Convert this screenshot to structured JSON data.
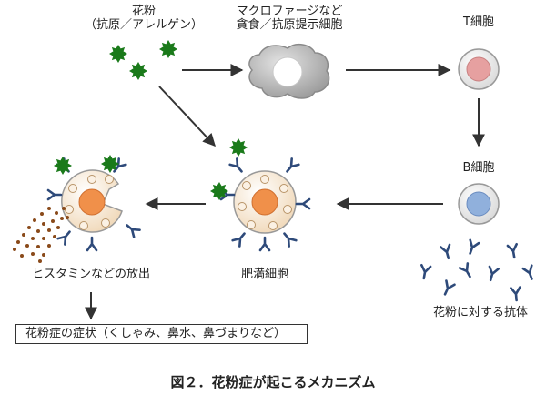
{
  "labels": {
    "pollen_title": "花粉",
    "pollen_subtitle": "（抗原／アレルゲン）",
    "macrophage_line1": "マクロファージなど",
    "macrophage_line2": "貪食／抗原提示細胞",
    "t_cell": "T細胞",
    "b_cell": "B細胞",
    "mast_cell": "肥満細胞",
    "release": "ヒスタミンなどの放出",
    "antibodies": "花粉に対する抗体"
  },
  "symptom_box": "花粉症の症状（くしゃみ、鼻水、鼻づまりなど）",
  "caption": "図２．花粉症が起こるメカニズム",
  "colors": {
    "pollen": "#1a7a1a",
    "antibody": "#2e4a7a",
    "macrophage": "#b8b8b8",
    "t_cell_fill": "#e6a0a0",
    "b_cell_fill": "#90b0dc",
    "mast_nucleus": "#f0904a",
    "granule": "#8a4a1a",
    "arrow": "#333333"
  }
}
